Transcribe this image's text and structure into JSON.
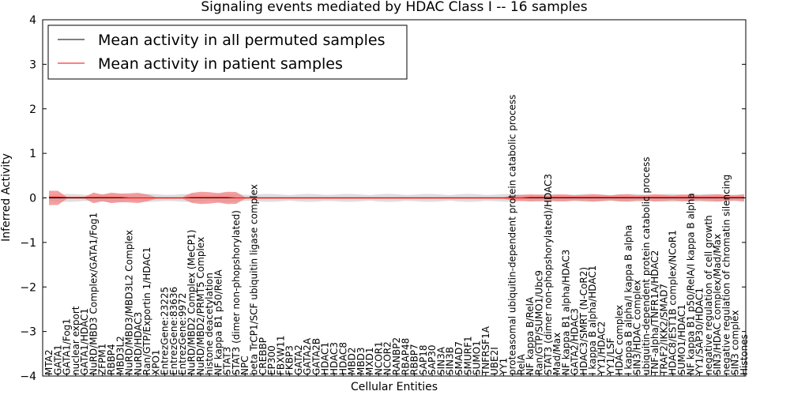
{
  "chart_data": {
    "type": "line",
    "title": "Signaling events mediated by HDAC Class I -- 16 samples",
    "xlabel": "Cellular Entities",
    "ylabel": "Inferred Activity",
    "ylim": [
      -4,
      4
    ],
    "yticks": [
      -4,
      -3,
      -2,
      -1,
      0,
      1,
      2,
      3,
      4
    ],
    "grid": false,
    "legend_position": "top-left",
    "colors": {
      "permuted": "#000000",
      "patient": "#ff0000",
      "patient_band": "#f08080",
      "permuted_band": "#c8c8c8"
    },
    "categories": [
      "MTA2",
      "GATA1",
      "GATA1/Fog1",
      "nuclear export",
      "GATA1/HDAC1",
      "NuRD/MBD3 Complex/GATA1/Fog1",
      "ZFPM1",
      "RBBP4",
      "MBD3L2",
      "NuRD/MBD3/MBD3L2 Complex",
      "NuRD/HDAC3",
      "Ran/GTP/Exportin 1/HDAC1",
      "XPO1",
      "EntrezGene:23225",
      "EntrezGene:83636",
      "EntrezGene:9972",
      "NuRD/MBD2 Complex (MeCP1)",
      "NuRD/MBD2/PRMT5 Complex",
      "histone deacetylation",
      "NF kappa B1 p50/RelA",
      "STAT3",
      "STAT3 (dimer non-phopshorylated)",
      "NPC",
      "beta TrCP1/SCF ubiquitin ligase complex",
      "CREBBP",
      "EP300",
      "FBXW11",
      "FKBP3",
      "GATA2",
      "GATA2A",
      "GATA2B",
      "HDAC1",
      "HDAC3",
      "HDAC8",
      "MBD2",
      "MBD3",
      "MXD1",
      "NCOR1",
      "NCOR2",
      "RANBP2",
      "RBAP48",
      "RBBP7",
      "SAP18",
      "SAP30",
      "SIN3A",
      "SIN3B",
      "SMAD7",
      "SMURF1",
      "SUMO1",
      "TNFRSF1A",
      "UBE2I",
      "YY1",
      "proteasomal ubiquitin-dependent protein catabolic process",
      "RelA",
      "NF kappa B/RelA",
      "Ran/GTP/SUMO1/Ubc9",
      "STAT3 (dimer non-phopshorylated)/HDAC3",
      "Mad/Max",
      "NF kappa B1 alpha/HDAC3",
      "GATA2/HDAC3",
      "HDAC3/SMRT (N-CoR2)",
      "I kappa B alpha/HDAC1",
      "YY1/HDAC2",
      "YY1/LSF",
      "HDAC complex",
      "I kappa B alpha/I kappa B alpha",
      "SIN3/HDAC complex",
      "ubiquitin-dependent protein catabolic process",
      "TNF-alpha/TNFR1A/HDAC2",
      "TRAF2/IKK2/SMAD7",
      "HDAC8/EST1B complex/NCoR1",
      "SUMO1/HDAC1",
      "NF kappa B1 p50/RelA/I kappa B alpha",
      "YY1/SAP30/HDAC1",
      "negative regulation of cell growth",
      "SIN3/HDAC complex/Mad/Max",
      "negative regulation of chromatin silencing",
      "SIN3 complex",
      "Histones"
    ],
    "series": [
      {
        "name": "Mean activity in all permuted samples",
        "values": [
          0,
          0,
          0,
          0,
          0,
          0,
          0,
          0,
          0,
          0,
          0,
          0,
          0,
          0,
          0,
          0,
          0,
          0,
          0,
          0,
          0,
          0,
          0,
          0,
          0,
          0,
          0,
          0,
          0,
          0,
          0,
          0,
          0,
          0,
          0,
          0,
          0,
          0,
          0,
          0,
          0,
          0,
          0,
          0,
          0,
          0,
          0,
          0,
          0,
          0,
          0,
          0,
          0,
          0,
          0,
          0,
          0,
          0,
          0,
          0,
          0,
          0,
          0,
          0,
          0,
          0,
          0,
          0,
          0,
          0,
          0,
          0,
          0,
          0,
          0,
          0,
          0,
          0,
          0
        ]
      },
      {
        "name": "Mean activity in patient samples",
        "values": [
          0.02,
          0.02,
          0.01,
          0.01,
          0.01,
          0.01,
          0.01,
          0.01,
          0.01,
          0.0,
          0.0,
          0.0,
          0.0,
          0.0,
          0.0,
          0.0,
          0.01,
          0.01,
          0.01,
          0.01,
          0.01,
          0.0,
          0.0,
          0.0,
          0.0,
          0.0,
          0.0,
          0.0,
          0.0,
          0.0,
          0.0,
          0.0,
          0.0,
          0.0,
          0.0,
          0.0,
          0.0,
          0.0,
          0.0,
          0.0,
          0.0,
          0.0,
          0.0,
          0.0,
          0.0,
          0.0,
          0.0,
          0.0,
          0.0,
          0.0,
          0.0,
          0.0,
          0.0,
          0.0,
          0.01,
          0.01,
          0.01,
          0.01,
          0.01,
          0.01,
          0.01,
          0.01,
          0.01,
          0.01,
          0.01,
          0.01,
          0.01,
          0.01,
          0.01,
          0.01,
          0.01,
          0.01,
          0.01,
          0.01,
          0.01,
          0.01,
          0.01,
          0.01,
          0.01
        ]
      }
    ]
  }
}
